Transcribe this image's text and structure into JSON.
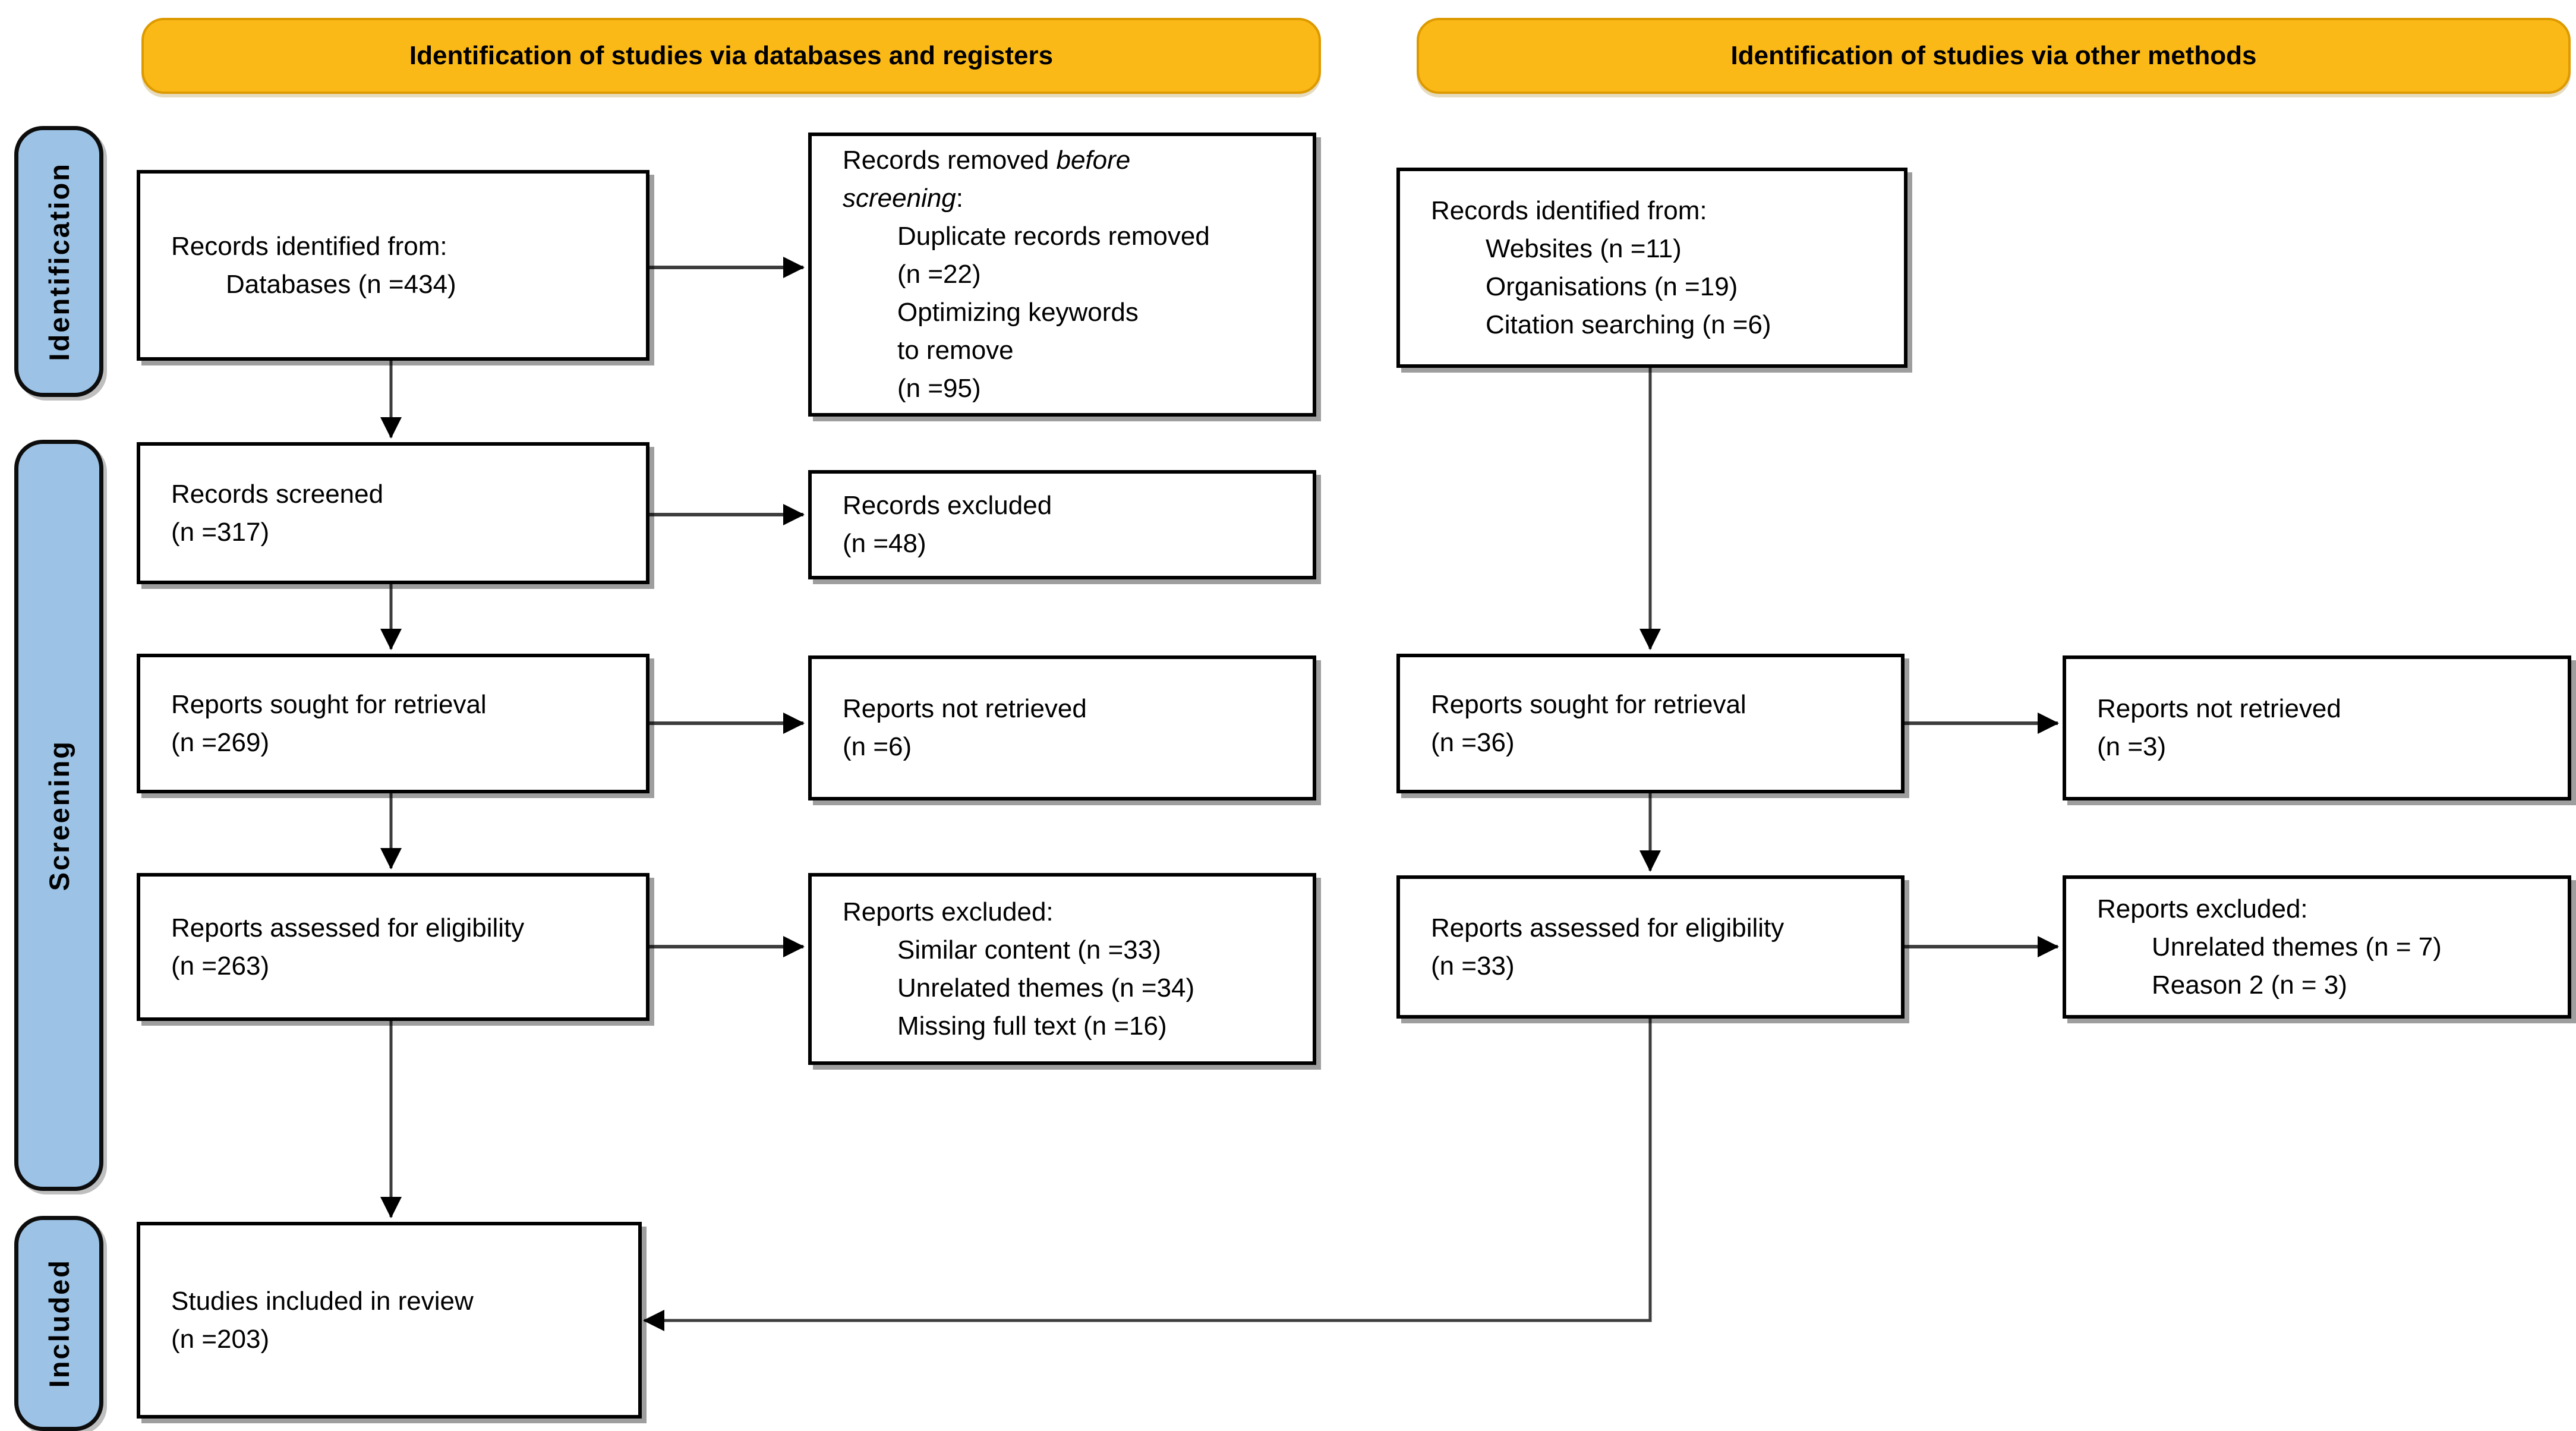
{
  "headers": {
    "left": "Identification of studies via databases and registers",
    "right": "Identification of studies via other methods"
  },
  "stages": {
    "identification": "Identification",
    "screening": "Screening",
    "included": "Included"
  },
  "colors": {
    "header_bg": "#FBB917",
    "header_border": "#DD9A00",
    "stage_bg": "#9CC3E6",
    "box_border": "#000000",
    "arrow": "#3d3d3d"
  },
  "boxes": {
    "db_identified": {
      "title": "Records identified from:",
      "items": [
        "Databases (n =434)"
      ]
    },
    "removed_before": {
      "line1_prefix": "Records removed ",
      "line1_italic": "before",
      "line2_italic": "screening",
      "line2_suffix": ":",
      "items": [
        "Duplicate records removed",
        "(n =22)",
        "Optimizing keywords",
        "to remove",
        "(n =95)"
      ]
    },
    "other_identified": {
      "title": "Records identified from:",
      "items": [
        "Websites (n =11)",
        "Organisations (n =19)",
        "Citation searching (n =6)"
      ]
    },
    "records_screened": {
      "lines": [
        "Records screened",
        "(n =317)"
      ]
    },
    "records_excluded": {
      "lines": [
        "Records excluded",
        "(n =48)"
      ]
    },
    "sought_db": {
      "lines": [
        "Reports sought for retrieval",
        "(n =269)"
      ]
    },
    "not_retrieved_db": {
      "lines": [
        "Reports not retrieved",
        "(n =6)"
      ]
    },
    "sought_other": {
      "lines": [
        "Reports sought for retrieval",
        "(n =36)"
      ]
    },
    "not_retrieved_other": {
      "lines": [
        "Reports not retrieved",
        "(n =3)"
      ]
    },
    "assessed_db": {
      "lines": [
        "Reports assessed for eligibility",
        "(n =263)"
      ]
    },
    "excluded_db": {
      "title": "Reports excluded:",
      "items": [
        "Similar content (n =33)",
        "Unrelated themes (n =34)",
        "Missing full text (n =16)"
      ]
    },
    "assessed_other": {
      "lines": [
        "Reports assessed for eligibility",
        "(n =33)"
      ]
    },
    "excluded_other": {
      "title": "Reports excluded:",
      "items": [
        "Unrelated themes (n = 7)",
        "Reason 2 (n = 3)"
      ]
    },
    "included": {
      "lines": [
        "Studies included in review",
        "(n =203)"
      ]
    }
  }
}
